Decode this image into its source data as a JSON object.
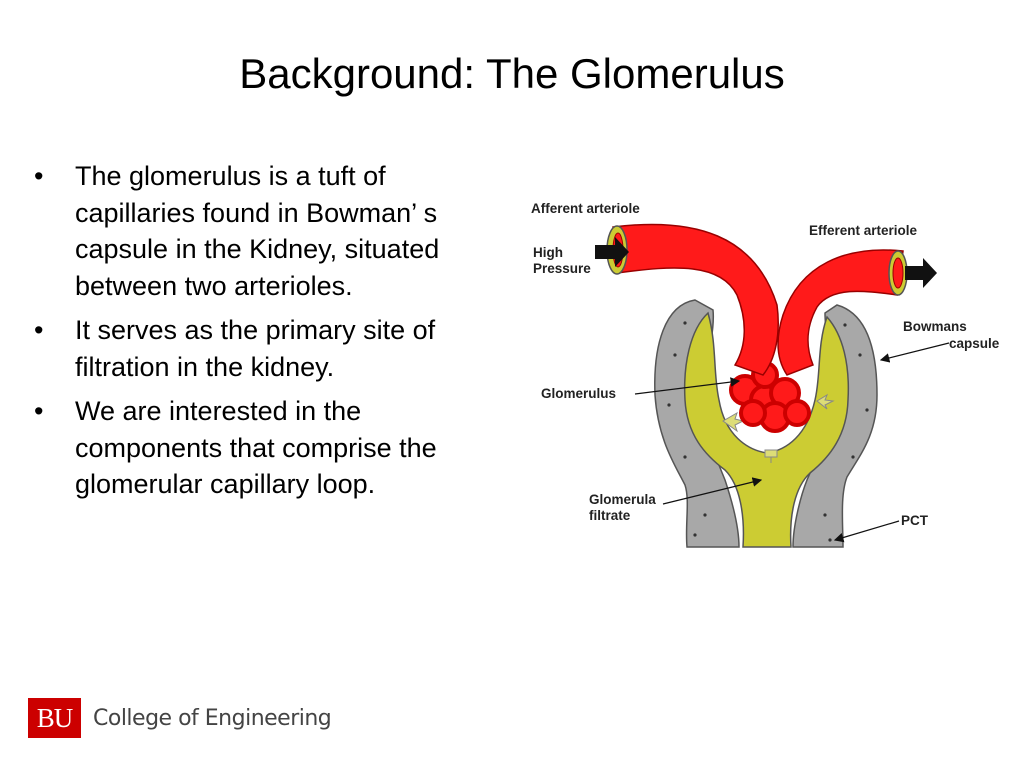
{
  "slide": {
    "title": "Background: The Glomerulus",
    "bullets": [
      "The glomerulus is a tuft of capillaries found in Bowman’ s capsule in the Kidney, situated between two arterioles.",
      "It serves as the primary site of filtration in the kidney.",
      "We are interested in the components that comprise the glomerular capillary loop."
    ],
    "bullet_marker": "•"
  },
  "diagram": {
    "labels": {
      "afferent": "Afferent arteriole",
      "efferent": "Efferent arteriole",
      "high": "High",
      "pressure": "Pressure",
      "bowmans": "Bowmans",
      "capsule": "capsule",
      "glomerulus": "Glomerulus",
      "glomerula": "Glomerula",
      "filtrate": "filtrate",
      "pct": "PCT"
    },
    "colors": {
      "vessel": "#ff1a1a",
      "filtrate": "#cccc33",
      "capsule": "#a8a8a8",
      "arrow": "#111111"
    }
  },
  "footer": {
    "logo_mark": "BU",
    "org": "College of Engineering",
    "brand_color": "#cc0000"
  }
}
